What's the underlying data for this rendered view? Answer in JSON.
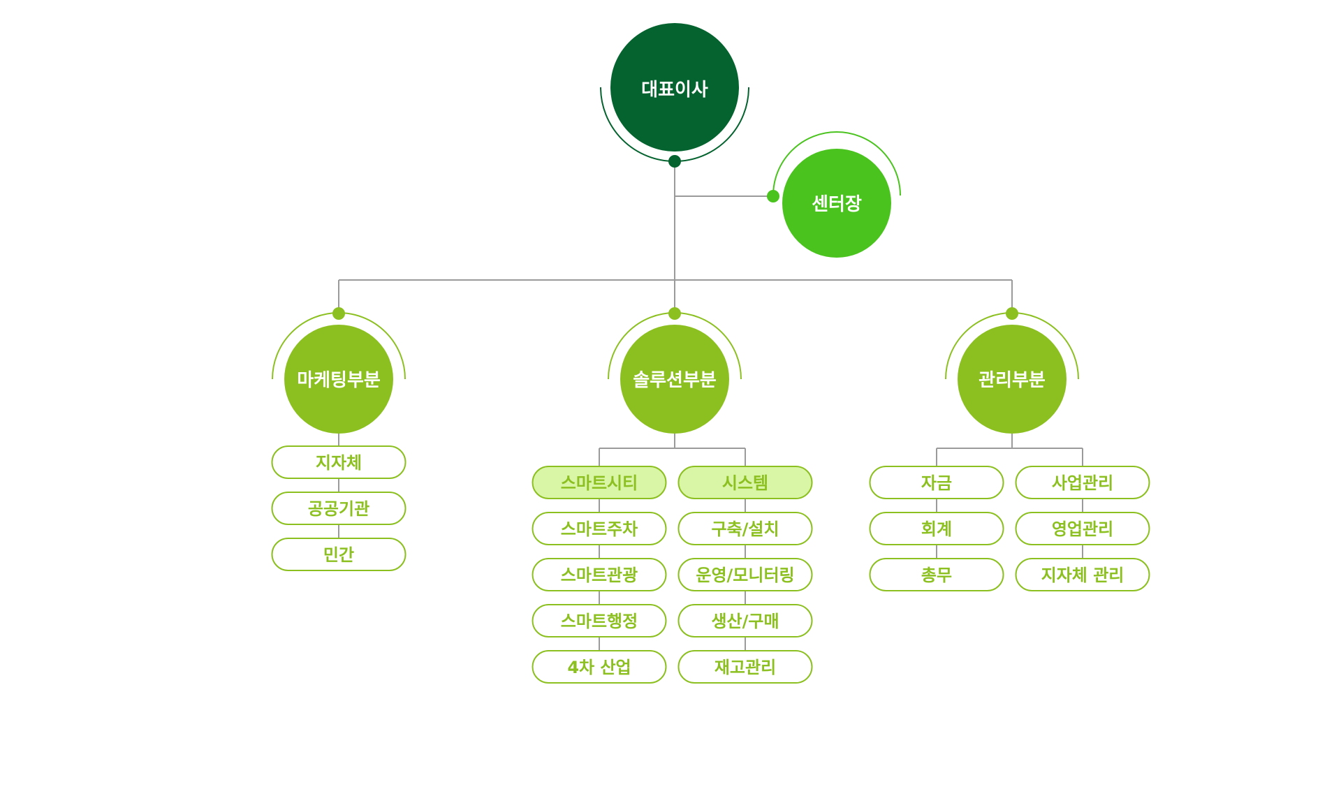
{
  "colors": {
    "ceo": "#04632f",
    "center": "#4ac31e",
    "dept": "#8cc021",
    "pill_border": "#8cc021",
    "pill_text": "#8cc021",
    "pill_highlight_fill": "#d9f5a6",
    "line": "#9a9a9a"
  },
  "ceo": {
    "label": "대표이사"
  },
  "center": {
    "label": "센터장"
  },
  "departments": [
    {
      "label": "마케팅부분",
      "columns": [
        {
          "items": [
            {
              "label": "지자체"
            },
            {
              "label": "공공기관"
            },
            {
              "label": "민간"
            }
          ]
        }
      ]
    },
    {
      "label": "솔루션부분",
      "columns": [
        {
          "items": [
            {
              "label": "스마트시티",
              "highlight": true
            },
            {
              "label": "스마트주차"
            },
            {
              "label": "스마트관광"
            },
            {
              "label": "스마트행정"
            },
            {
              "label": "4차 산업"
            }
          ]
        },
        {
          "items": [
            {
              "label": "시스템",
              "highlight": true
            },
            {
              "label": "구축/설치"
            },
            {
              "label": "운영/모니터링"
            },
            {
              "label": "생산/구매"
            },
            {
              "label": "재고관리"
            }
          ]
        }
      ]
    },
    {
      "label": "관리부분",
      "columns": [
        {
          "items": [
            {
              "label": "자금"
            },
            {
              "label": "회계"
            },
            {
              "label": "총무"
            }
          ]
        },
        {
          "items": [
            {
              "label": "사업관리"
            },
            {
              "label": "영업관리"
            },
            {
              "label": "지자체 관리"
            }
          ]
        }
      ]
    }
  ]
}
